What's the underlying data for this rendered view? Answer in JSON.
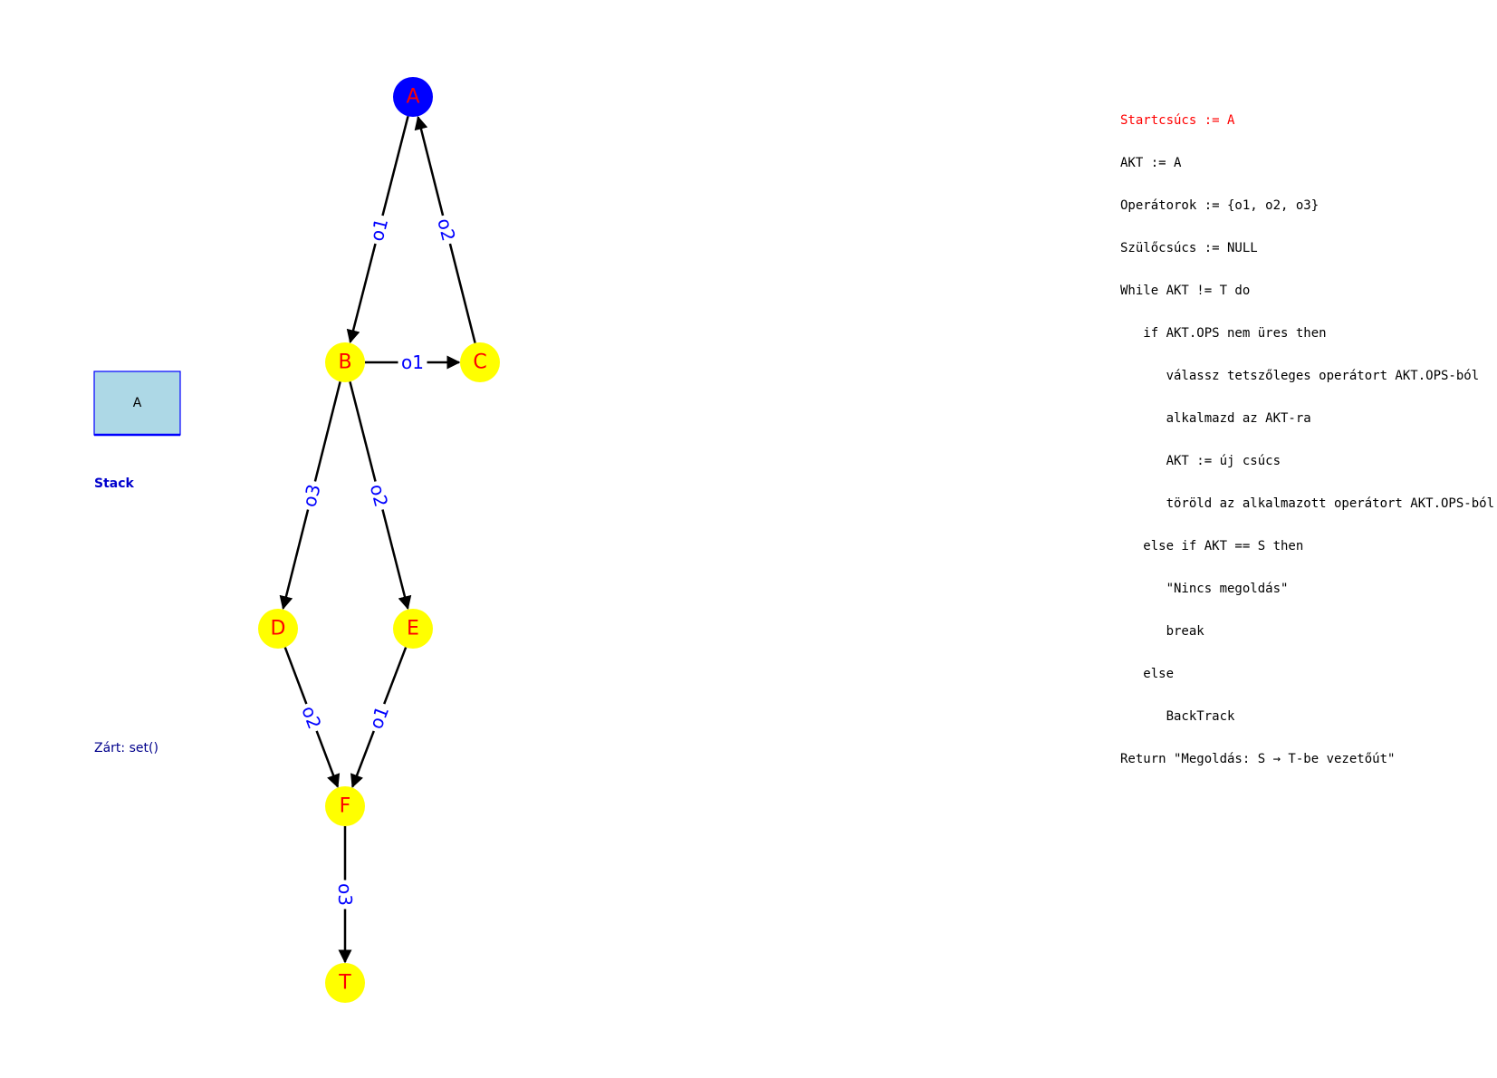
{
  "colors": {
    "start_node_fill": "#0000ff",
    "node_fill": "#ffff00",
    "node_text": "#ff0000",
    "edge_stroke": "#000000",
    "edge_label": "#0000ff",
    "stack_fill": "#add8e6",
    "stack_border": "#0000ff",
    "stack_title": "#0000cd",
    "closed_text": "#00008b",
    "code_text": "#000000",
    "code_highlight": "#ff0000"
  },
  "graph": {
    "nodes": [
      {
        "id": "A",
        "label": "A",
        "start": true
      },
      {
        "id": "B",
        "label": "B",
        "start": false
      },
      {
        "id": "C",
        "label": "C",
        "start": false
      },
      {
        "id": "D",
        "label": "D",
        "start": false
      },
      {
        "id": "E",
        "label": "E",
        "start": false
      },
      {
        "id": "F",
        "label": "F",
        "start": false
      },
      {
        "id": "T",
        "label": "T",
        "start": false
      }
    ],
    "edges": [
      {
        "from": "A",
        "to": "B",
        "label": "o1"
      },
      {
        "from": "C",
        "to": "A",
        "label": "o2"
      },
      {
        "from": "B",
        "to": "C",
        "label": "o1"
      },
      {
        "from": "B",
        "to": "D",
        "label": "o3"
      },
      {
        "from": "B",
        "to": "E",
        "label": "o2"
      },
      {
        "from": "D",
        "to": "F",
        "label": "o2"
      },
      {
        "from": "E",
        "to": "F",
        "label": "o1"
      },
      {
        "from": "F",
        "to": "T",
        "label": "o3"
      }
    ]
  },
  "stack": {
    "items": [
      "A"
    ],
    "title": "Stack"
  },
  "closed": {
    "text": "Zárt: set()"
  },
  "pseudocode": {
    "lines": [
      {
        "text": "Startcsúcs := A",
        "highlight": true
      },
      {
        "text": "AKT := A",
        "highlight": false
      },
      {
        "text": "Operátorok := {o1, o2, o3}",
        "highlight": false
      },
      {
        "text": "Szülőcsúcs := NULL",
        "highlight": false
      },
      {
        "text": "While AKT != T do",
        "highlight": false
      },
      {
        "text": "   if AKT.OPS nem üres then",
        "highlight": false
      },
      {
        "text": "      válassz tetszőleges operátort AKT.OPS-ból",
        "highlight": false
      },
      {
        "text": "      alkalmazd az AKT-ra",
        "highlight": false
      },
      {
        "text": "      AKT := új csúcs",
        "highlight": false
      },
      {
        "text": "      töröld az alkalmazott operátort AKT.OPS-ból",
        "highlight": false
      },
      {
        "text": "   else if AKT == S then",
        "highlight": false
      },
      {
        "text": "      \"Nincs megoldás\"",
        "highlight": false
      },
      {
        "text": "      break",
        "highlight": false
      },
      {
        "text": "   else",
        "highlight": false
      },
      {
        "text": "      BackTrack",
        "highlight": false
      },
      {
        "text": "Return \"Megoldás: S → T-be vezetőút\"",
        "highlight": false
      }
    ]
  }
}
